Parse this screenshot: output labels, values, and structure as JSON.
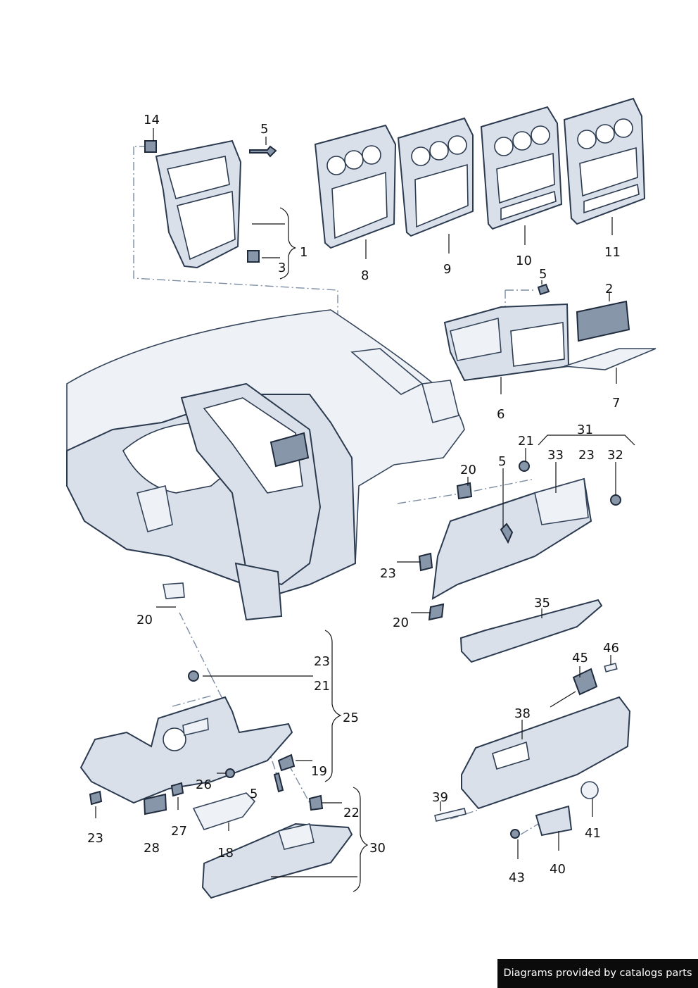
{
  "labels": {
    "l14": "14",
    "l5a": "5",
    "l1": "1",
    "l3": "3",
    "l8": "8",
    "l9": "9",
    "l10": "10",
    "l11": "11",
    "l5b": "5",
    "l2": "2",
    "l6": "6",
    "l7": "7",
    "l31": "31",
    "l21a": "21",
    "l33": "33",
    "l23a": "23",
    "l32": "32",
    "l20a": "20",
    "l5c": "5",
    "l23b": "23",
    "l20b": "20",
    "l35": "35",
    "l20c": "20",
    "l23c": "23",
    "l21b": "21",
    "l25": "25",
    "l19": "19",
    "l26": "26",
    "l5d": "5",
    "l22": "22",
    "l23d": "23",
    "l28": "28",
    "l27": "27",
    "l18": "18",
    "l30": "30",
    "l46": "46",
    "l45": "45",
    "l38": "38",
    "l39": "39",
    "l41": "41",
    "l40": "40",
    "l43": "43"
  },
  "footer": {
    "credit": "Diagrams provided by catalogs parts"
  },
  "colors": {
    "part_fill": "#d9e0ea",
    "outline": "#2b3a4f",
    "dash": "#7d8da3",
    "credit_bg": "#0b0b0b"
  }
}
